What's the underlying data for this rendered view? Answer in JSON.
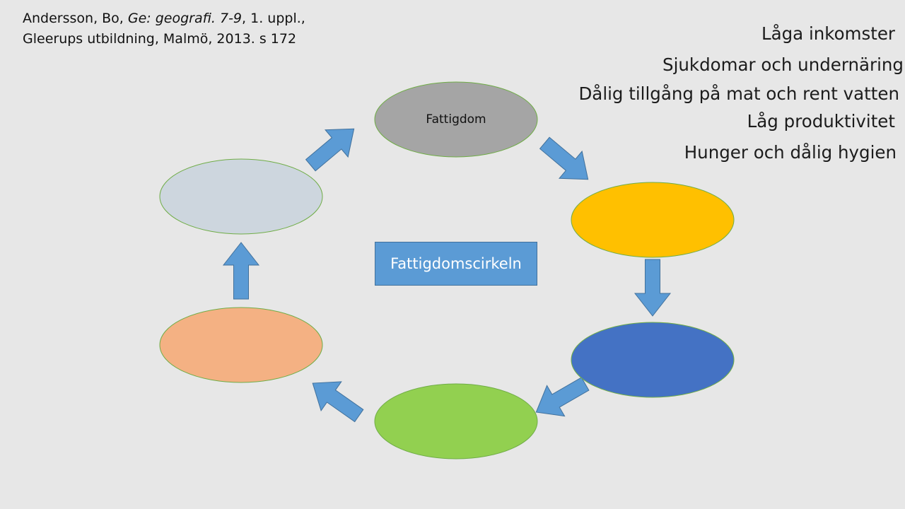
{
  "citation": {
    "line1_author": "Andersson, Bo, ",
    "line1_title": "Ge: geografi. 7-9",
    "line1_rest": ", 1. uppl.,",
    "line2": "Gleerups utbildning, Malmö, 2013.  s 172"
  },
  "factors": [
    "Låga inkomster",
    "Sjukdomar och undernäring",
    "Dålig tillgång på mat och rent vatten",
    "Låg produktivitet",
    "Hunger och dålig hygien"
  ],
  "cycle": {
    "center_label": "Fattigdomscirkeln",
    "nodes": [
      {
        "label": "Fattigdom",
        "color": "#a5a5a5"
      },
      {
        "label": "",
        "color": "#ffc000"
      },
      {
        "label": "",
        "color": "#4472c4"
      },
      {
        "label": "",
        "color": "#92d050"
      },
      {
        "label": "",
        "color": "#f4b183"
      },
      {
        "label": "",
        "color": "#cdd6de"
      }
    ],
    "node_border_color": "#70ad47",
    "arrow_color": "#5b9bd5",
    "arrow_border_color": "#41719c"
  }
}
